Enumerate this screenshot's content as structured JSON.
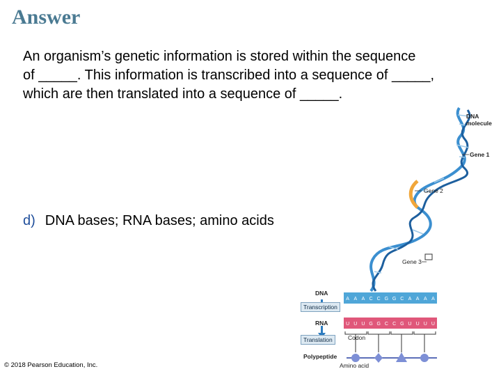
{
  "slide": {
    "title": "Answer",
    "question_lines": [
      "An organism’s genetic information is stored within the sequence",
      "of _____. This information is transcribed into a sequence of _____,",
      "which are then translated into a sequence of _____."
    ],
    "answer": {
      "letter": "d)",
      "text": "DNA bases; RNA bases; amino acids"
    },
    "copyright": "© 2018 Pearson Education, Inc."
  },
  "figure": {
    "dna_molecule_label": [
      "DNA",
      "molecule"
    ],
    "gene_labels": [
      "Gene 1",
      "Gene 2",
      "Gene 3"
    ],
    "flow": {
      "dna": "DNA",
      "transcription": "Transcription",
      "rna": "RNA",
      "translation": "Translation",
      "polypeptide": "Polypeptide",
      "codon": "Codon",
      "amino_acid": "Amino acid"
    },
    "dna_bases": [
      "A",
      "A",
      "A",
      "C",
      "C",
      "G",
      "G",
      "C",
      "A",
      "A",
      "A",
      "A"
    ],
    "rna_bases": [
      "U",
      "U",
      "U",
      "G",
      "G",
      "C",
      "C",
      "G",
      "U",
      "U",
      "U",
      "U"
    ],
    "colors": {
      "title": "#4a7a92",
      "helix_blue": "#3b8fd0",
      "gene2_orange": "#f0a63a",
      "dna_strip": "#4fa6d8",
      "rna_strip": "#e0577a",
      "polypeptide": "#7d8fd6"
    }
  }
}
